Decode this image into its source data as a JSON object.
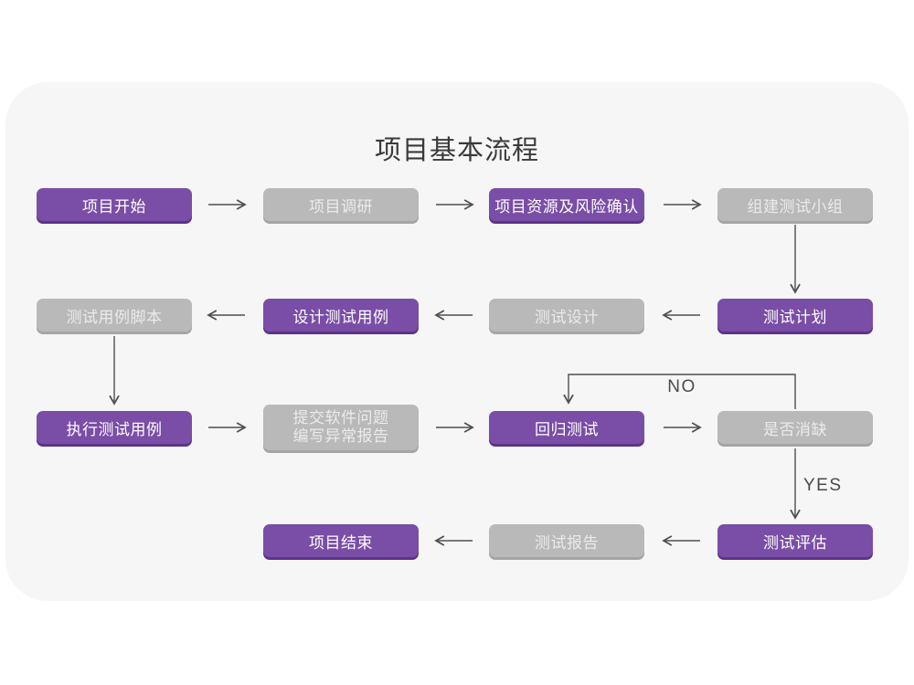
{
  "title": "项目基本流程",
  "diagram": {
    "nodes": {
      "start": {
        "label": "项目开始",
        "style": "purple"
      },
      "research": {
        "label": "项目调研",
        "style": "gray"
      },
      "risk_confirm": {
        "label": "项目资源及风险确认",
        "style": "purple"
      },
      "build_team": {
        "label": "组建测试小组",
        "style": "gray"
      },
      "test_plan": {
        "label": "测试计划",
        "style": "purple"
      },
      "test_design": {
        "label": "测试设计",
        "style": "gray"
      },
      "design_cases": {
        "label": "设计测试用例",
        "style": "purple"
      },
      "case_script": {
        "label": "测试用例脚本",
        "style": "gray"
      },
      "execute_cases": {
        "label": "执行测试用例",
        "style": "purple"
      },
      "submit_issues": {
        "label_line1": "提交软件问题",
        "label_line2": "编写异常报告",
        "style": "gray"
      },
      "regression": {
        "label": "回归测试",
        "style": "purple"
      },
      "defect_cleared": {
        "label": "是否消缺",
        "style": "gray"
      },
      "evaluate": {
        "label": "测试评估",
        "style": "purple"
      },
      "test_report": {
        "label": "测试报告",
        "style": "gray"
      },
      "end": {
        "label": "项目结束",
        "style": "purple"
      }
    },
    "branch_labels": {
      "no": "NO",
      "yes": "YES"
    },
    "edges": [
      "start -> research",
      "research -> risk_confirm",
      "risk_confirm -> build_team",
      "build_team -> test_plan",
      "test_plan -> test_design",
      "test_design -> design_cases",
      "design_cases -> case_script",
      "case_script -> execute_cases",
      "execute_cases -> submit_issues",
      "submit_issues -> regression",
      "regression -> defect_cleared",
      "defect_cleared -> regression (NO)",
      "defect_cleared -> evaluate (YES)",
      "evaluate -> test_report",
      "test_report -> end"
    ]
  },
  "colors": {
    "primary_node": "#7a4da6",
    "primary_node_shadow": "#5c3488",
    "secondary_node": "#b9b9b9",
    "secondary_node_shadow": "#a5a5a5",
    "card_background": "#f6f6f7",
    "page_background": "#ffffff",
    "arrow": "#4f4f4f",
    "title_text": "#3a3a3a"
  }
}
